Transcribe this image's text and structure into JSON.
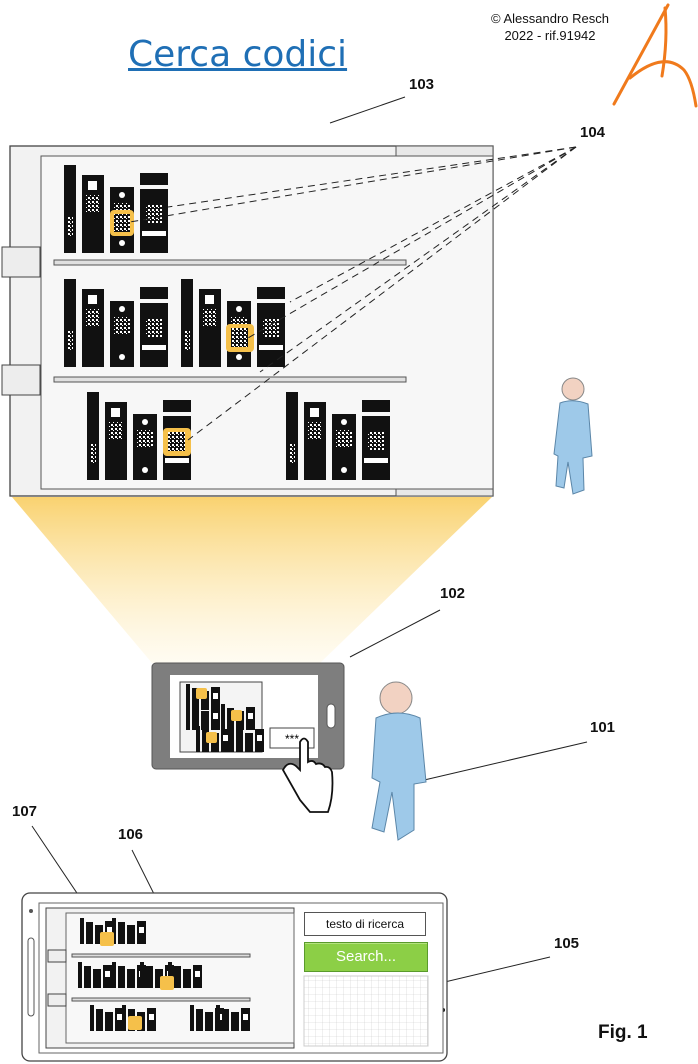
{
  "title": "Cerca codici",
  "copyright": {
    "line1": "© Alessandro Resch",
    "line2": "2022 - rif.91942"
  },
  "labels": {
    "r101": "101",
    "r102": "102",
    "r103": "103",
    "r104": "104",
    "r105": "105",
    "r106": "106",
    "r107": "107"
  },
  "search": {
    "field_text": "testo di ricerca",
    "button_label": "Search..."
  },
  "fig_label": "Fig. 1",
  "colors": {
    "title": "#1f6fb5",
    "highlight": "#f5c04a",
    "logo": "#f07a1c",
    "button": "#8ccf46",
    "person": "#9ec9e9"
  }
}
